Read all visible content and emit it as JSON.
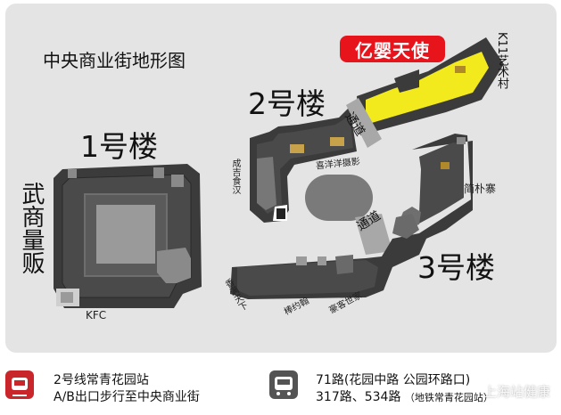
{
  "map": {
    "title": "中央商业街地形图",
    "buildings": {
      "b1": "1号楼",
      "b2": "2号楼",
      "b3": "3号楼"
    },
    "passages": {
      "p1": "通道",
      "p2": "通道"
    },
    "streets": {
      "left": "武商量贩",
      "upper_right": "K11艺术村"
    },
    "shops": {
      "kfc": "KFC",
      "chengji": "成吉食汉",
      "xiyang": "喜洋洋摄影",
      "jianpu": "简朴寨",
      "xiangmantianxia": "香满天下",
      "bangyuehan": "棒约翰",
      "haoke": "豪客世家"
    },
    "brand": "亿婴天使",
    "colors": {
      "background": "#e4e4e4",
      "building": "#3a3a3a",
      "highlight": "#f2ea1d",
      "brand": "#e8141c",
      "metro_icon": "#c9262b",
      "bus_icon": "#545454"
    }
  },
  "transport": {
    "metro": {
      "icon": "metro-icon",
      "line1": "2号线常青花园站",
      "line2": "A/B出口步行至中央商业街"
    },
    "bus": {
      "icon": "bus-icon",
      "line1": "71路(花园中路 公园环路口)",
      "line2": "317路、534路",
      "line2_note": "（地铁常青花园站）"
    }
  },
  "watermark": "上海站健康"
}
